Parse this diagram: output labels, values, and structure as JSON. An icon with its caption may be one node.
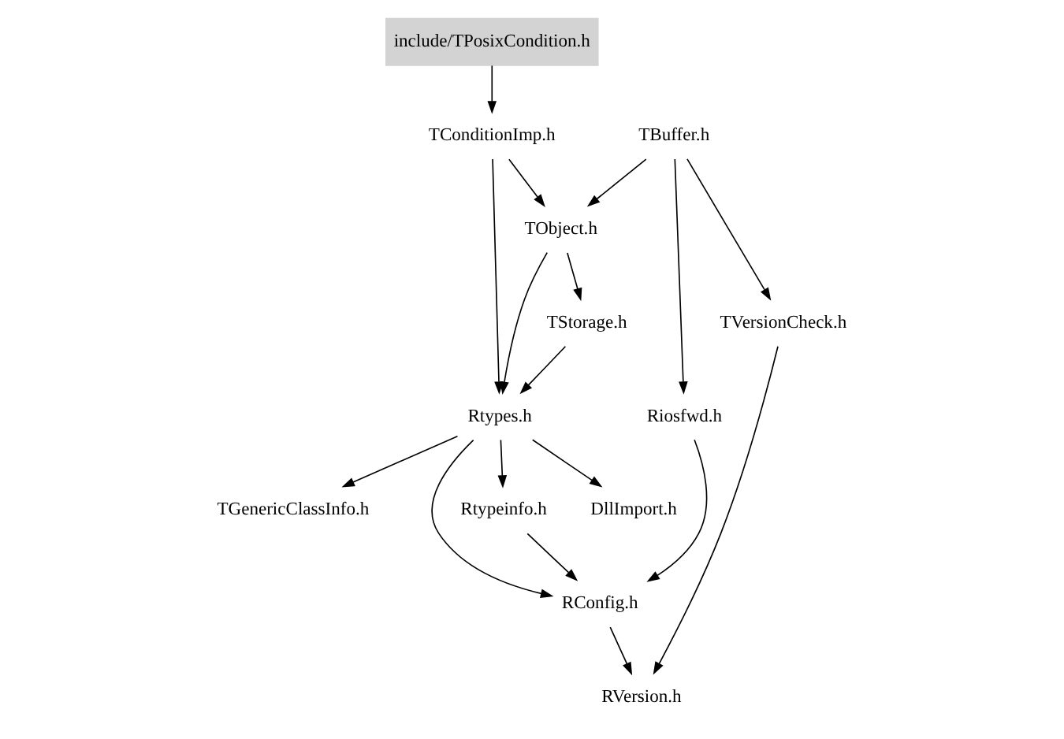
{
  "diagram": {
    "nodes": [
      {
        "text": [
          "include/TPosixCondition.h"
        ]
      },
      {
        "text": [
          "TConditionImp.h"
        ]
      },
      {
        "text": [
          "TObject.h"
        ]
      },
      {
        "text": [
          "TStorage.h"
        ]
      },
      {
        "text": [
          "TBuffer.h"
        ]
      },
      {
        "text": [
          "Rtypes.h"
        ]
      },
      {
        "text": [
          "Riosfwd.h"
        ]
      },
      {
        "text": [
          "TVersionCheck.h"
        ]
      },
      {
        "text": [
          "Rtypeinfo.h"
        ]
      },
      {
        "text": [
          "DllImport.h"
        ]
      },
      {
        "text": [
          "TGenericClassInfo.h"
        ]
      },
      {
        "text": [
          "RConfig.h"
        ]
      },
      {
        "text": [
          "RVersion.h"
        ]
      }
    ],
    "edges": [
      {
        "from": 0,
        "to": 1,
        "arrow": "to"
      },
      {
        "from": 1,
        "to": 2,
        "arrow": "to"
      },
      {
        "from": 1,
        "to": 5,
        "arrow": "to"
      },
      {
        "from": 2,
        "to": 3,
        "arrow": "to"
      },
      {
        "from": 2,
        "to": 5,
        "arrow": "to"
      },
      {
        "from": 3,
        "to": 5,
        "arrow": "to"
      },
      {
        "from": 4,
        "to": 2,
        "arrow": "to"
      },
      {
        "from": 4,
        "to": 6,
        "arrow": "to"
      },
      {
        "from": 4,
        "to": 7,
        "arrow": "to"
      },
      {
        "from": 5,
        "to": 8,
        "arrow": "to"
      },
      {
        "from": 5,
        "to": 9,
        "arrow": "to"
      },
      {
        "from": 5,
        "to": 10,
        "arrow": "to"
      },
      {
        "from": 5,
        "to": 11,
        "arrow": "to"
      },
      {
        "from": 8,
        "to": 11,
        "arrow": "to"
      },
      {
        "from": 6,
        "to": 11,
        "arrow": "to"
      },
      {
        "from": 7,
        "to": 12,
        "arrow": "to"
      },
      {
        "from": 11,
        "to": 12,
        "arrow": "to"
      }
    ]
  }
}
